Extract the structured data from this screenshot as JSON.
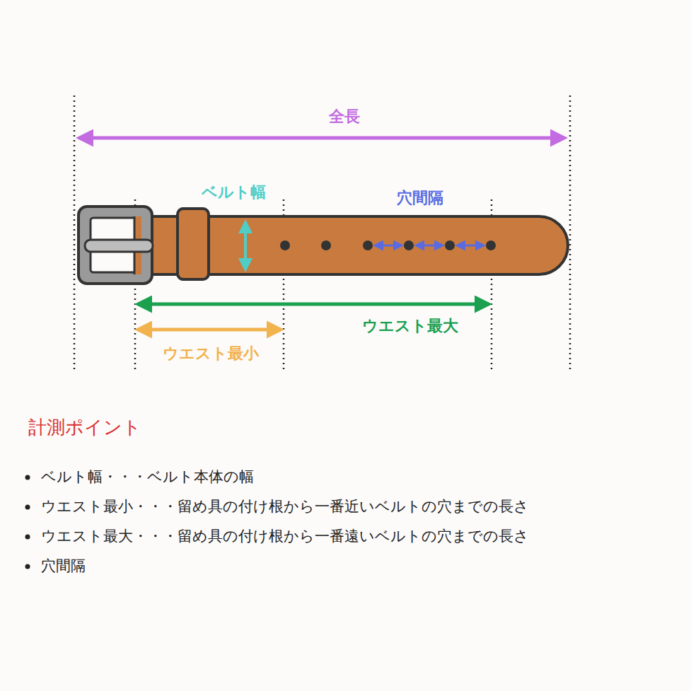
{
  "diagram": {
    "title": "計測ポイント",
    "labels": [
      "全長",
      "ベルト幅",
      "穴間隔",
      "ウエスト最大",
      "ウエスト最小",
      "ベルト幅・・・ベルト本体の幅",
      "ウエスト最小・・・留め具の付け根から一番近いベルトの穴までの長さ",
      "ウエスト最大・・・留め具の付け根から一番遠いベルトの穴までの長さ",
      "穴間隔"
    ]
  }
}
